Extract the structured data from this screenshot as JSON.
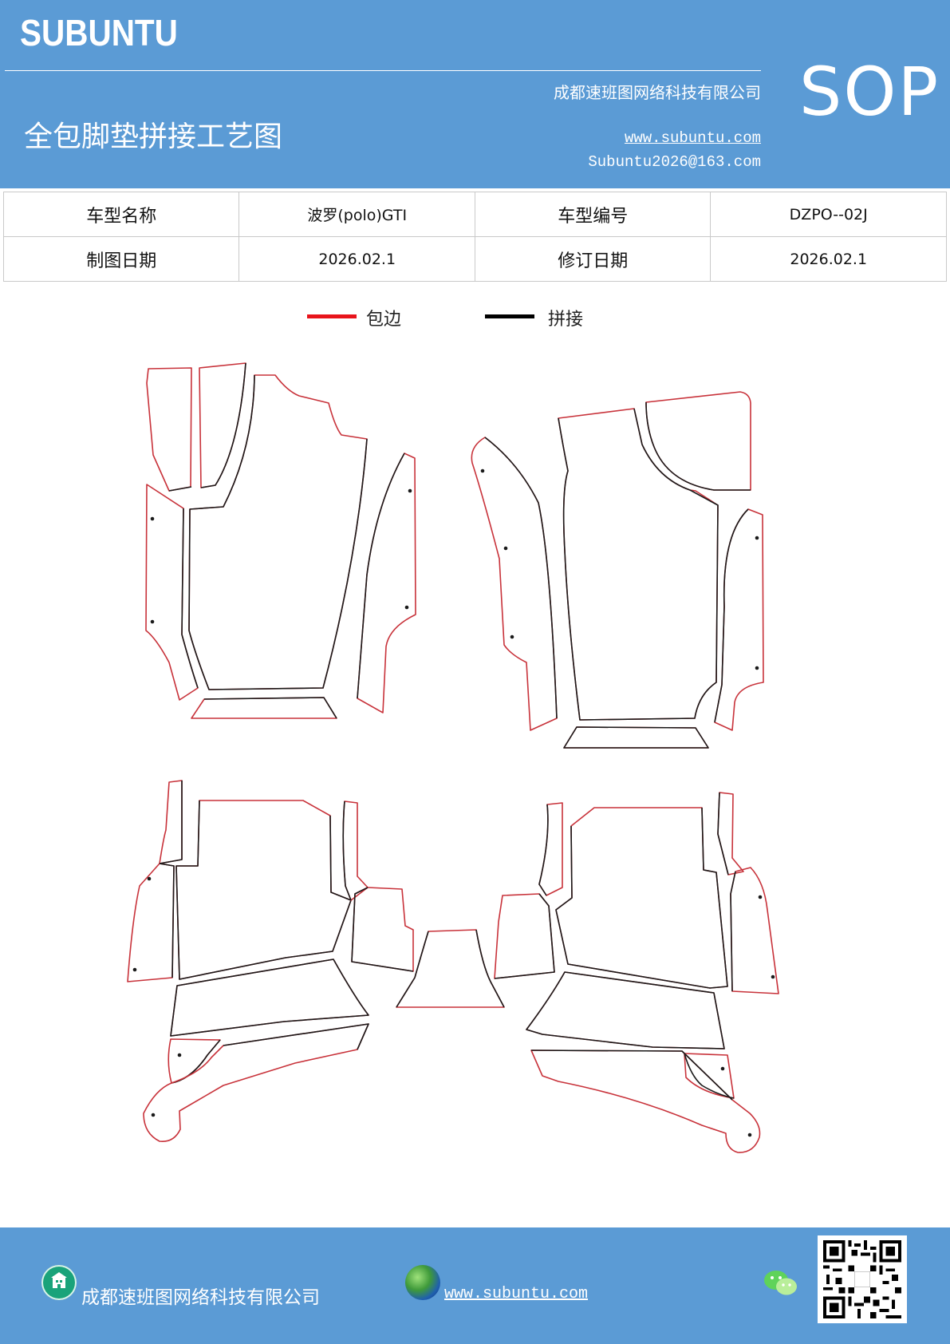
{
  "header": {
    "brand": "SUBUNTU",
    "company": "成都速班图网络科技有限公司",
    "title": "全包脚垫拼接工艺图",
    "website": "www.subuntu.com",
    "email": "Subuntu2026@163.com",
    "badge": "SOP"
  },
  "info_table": {
    "row1": {
      "label1": "车型名称",
      "value1": "波罗(polo)GTI",
      "label2": "车型编号",
      "value2": "DZPO--02J"
    },
    "row2": {
      "label1": "制图日期",
      "value1": "2026.02.1",
      "label2": "修订日期",
      "value2": "2026.02.1"
    }
  },
  "legend": [
    {
      "label": "包边",
      "color": "#e8141b"
    },
    {
      "label": "拼接",
      "color": "#000000"
    }
  ],
  "colors": {
    "primary": "#5b9bd5",
    "edge": "#c8323a",
    "seam": "#1a1a1a"
  },
  "footer": {
    "company": "成都速班图网络科技有限公司",
    "website": "www.subuntu.com ",
    "icons": [
      "building-icon",
      "globe-icon",
      "wechat-icon",
      "qr-code"
    ]
  }
}
